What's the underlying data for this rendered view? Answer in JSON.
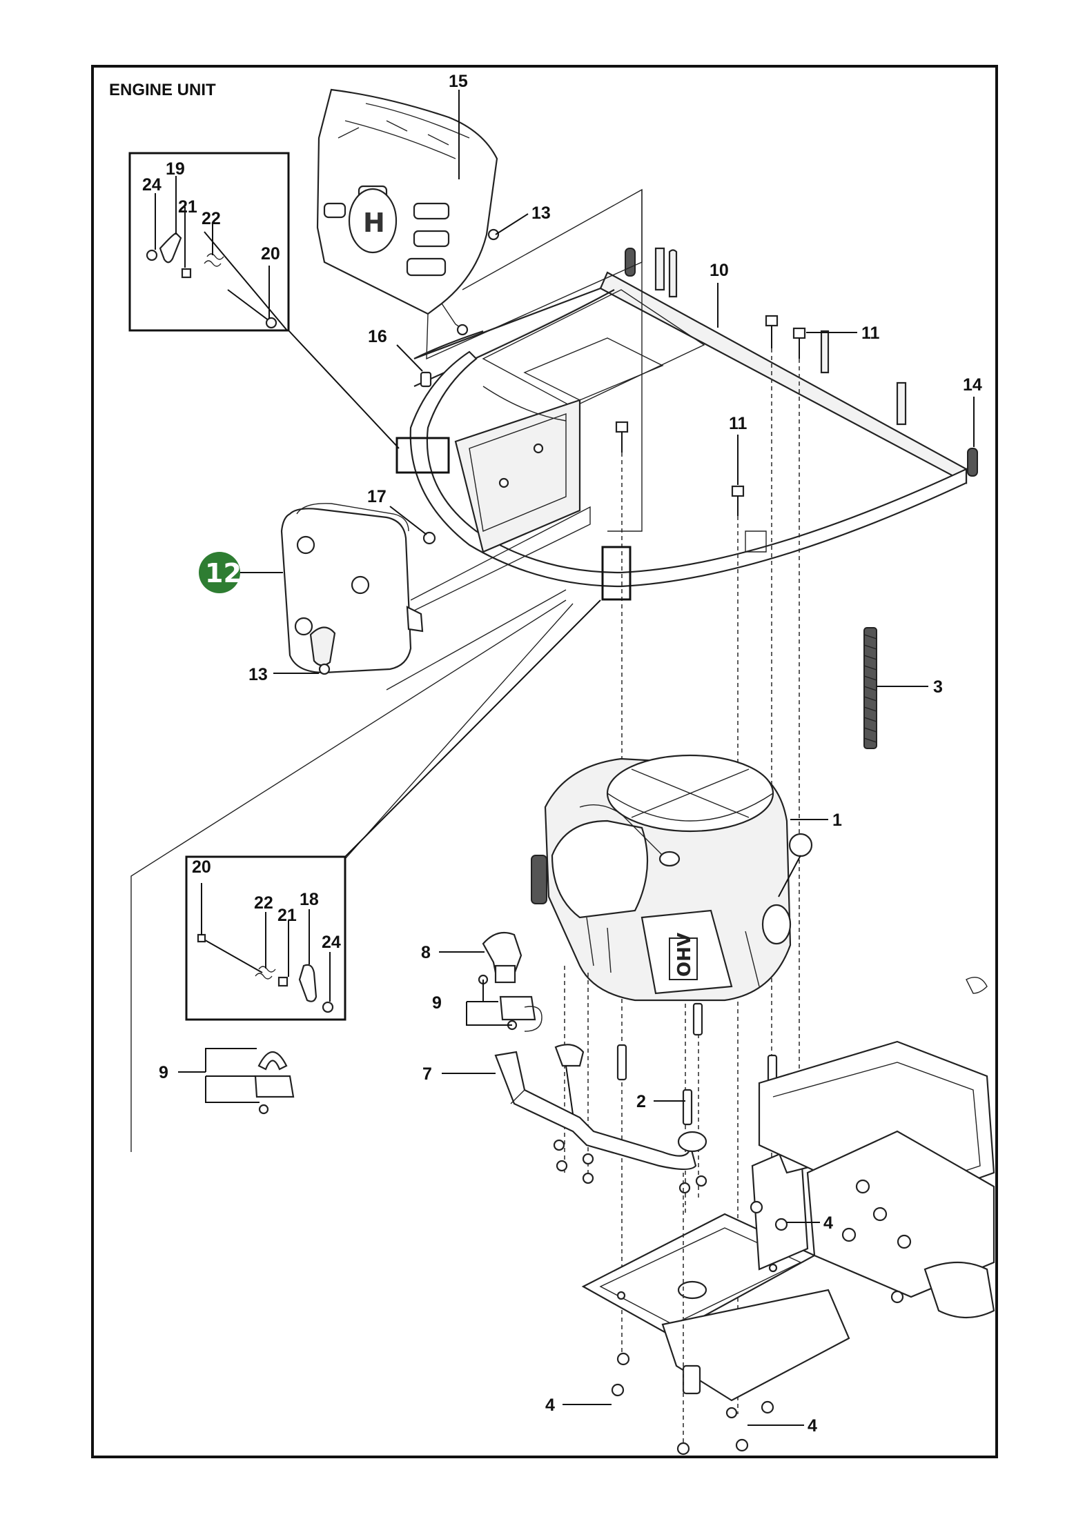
{
  "title": "ENGINE UNIT",
  "callouts": [
    {
      "id": "c15",
      "text": "15"
    },
    {
      "id": "c13a",
      "text": "13"
    },
    {
      "id": "c10",
      "text": "10"
    },
    {
      "id": "c11a",
      "text": "11"
    },
    {
      "id": "c16",
      "text": "16"
    },
    {
      "id": "c14",
      "text": "14"
    },
    {
      "id": "c11b",
      "text": "11"
    },
    {
      "id": "c17",
      "text": "17"
    },
    {
      "id": "c13b",
      "text": "13"
    },
    {
      "id": "c3",
      "text": "3"
    },
    {
      "id": "c1",
      "text": "1"
    },
    {
      "id": "c8",
      "text": "8"
    },
    {
      "id": "c9a",
      "text": "9"
    },
    {
      "id": "c7",
      "text": "7"
    },
    {
      "id": "c2",
      "text": "2"
    },
    {
      "id": "c9b",
      "text": "9"
    },
    {
      "id": "c4a",
      "text": "4"
    },
    {
      "id": "c4b",
      "text": "4"
    },
    {
      "id": "c4c",
      "text": "4"
    }
  ],
  "detail_top": {
    "labels": [
      {
        "id": "t24",
        "text": "24"
      },
      {
        "id": "t19",
        "text": "19"
      },
      {
        "id": "t21",
        "text": "21"
      },
      {
        "id": "t22",
        "text": "22"
      },
      {
        "id": "t20",
        "text": "20"
      }
    ]
  },
  "detail_bottom": {
    "labels": [
      {
        "id": "b20",
        "text": "20"
      },
      {
        "id": "b22",
        "text": "22"
      },
      {
        "id": "b21",
        "text": "21"
      },
      {
        "id": "b18",
        "text": "18"
      },
      {
        "id": "b24",
        "text": "24"
      }
    ]
  },
  "highlight": {
    "text": "12",
    "color": "#2e7d32"
  },
  "engine_plate": {
    "text": "OHV"
  }
}
